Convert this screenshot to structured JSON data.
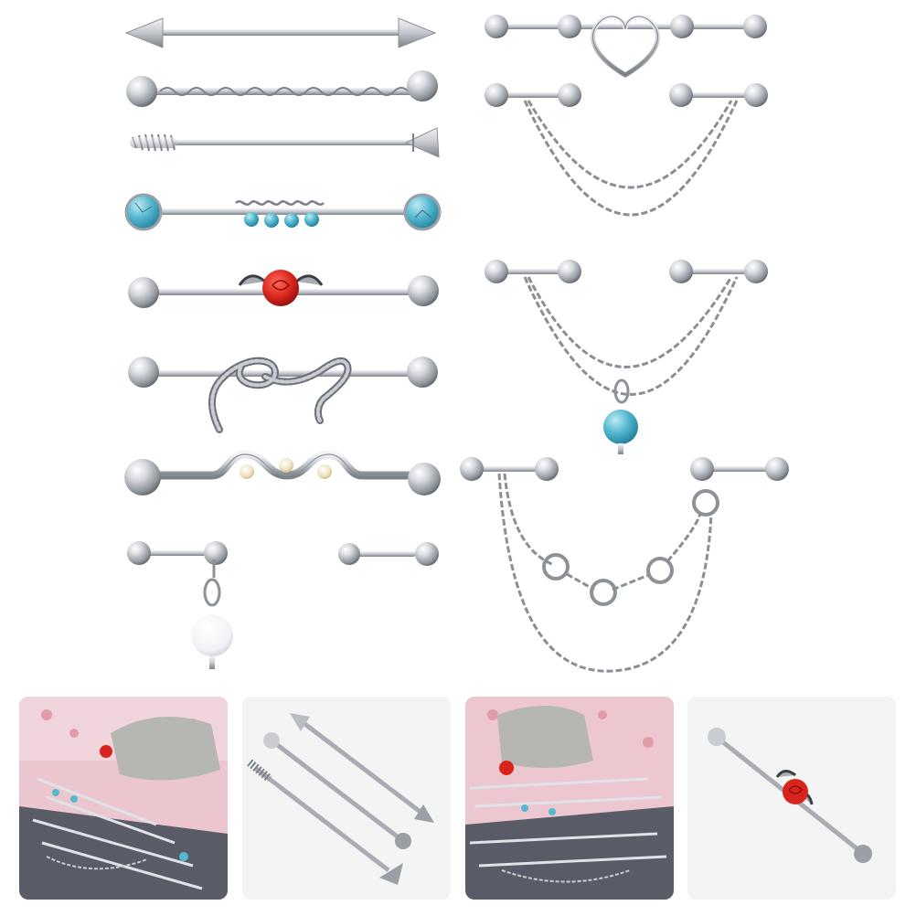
{
  "image": {
    "background": "#ffffff",
    "colors": {
      "steel_light": "#f4f5f7",
      "steel_mid": "#c9ccd1",
      "steel_dark": "#7d828a",
      "turquoise": "#55b8cf",
      "rose_red": "#d8241c",
      "pearl": "#efe4c4",
      "opal_white": "#f1f2f6",
      "thumb_pink": "#e8b8c4",
      "thumb_stone": "#b6b7b2",
      "thumb_bg": "#f4f4f5"
    }
  },
  "products": [
    {
      "name": "spike-barbell",
      "icon": "spike-end-industrial-bar"
    },
    {
      "name": "twisted-barbell",
      "icon": "twisted-industrial-bar"
    },
    {
      "name": "screw-barbell",
      "icon": "screw-industrial-bar"
    },
    {
      "name": "turquoise-bead-barbell",
      "icon": "turquoise-industrial-bar"
    },
    {
      "name": "rose-barbell",
      "icon": "rose-industrial-bar"
    },
    {
      "name": "snake-barbell",
      "icon": "snake-industrial-bar"
    },
    {
      "name": "wave-pearl-barbell",
      "icon": "wave-pearl-industrial-bar"
    },
    {
      "name": "opal-dangle-pair",
      "icon": "opal-dangle-barbells"
    },
    {
      "name": "heart-barbell",
      "icon": "heart-industrial-bar"
    },
    {
      "name": "double-chain-pair",
      "icon": "double-chain-barbells"
    },
    {
      "name": "chain-turquoise-pair",
      "icon": "chain-turquoise-barbells"
    },
    {
      "name": "ring-chain-pair",
      "icon": "ring-chain-barbells"
    }
  ],
  "thumbnails": [
    {
      "name": "lifestyle-photo-stone",
      "icon": "photo-thumbnail"
    },
    {
      "name": "three-bars-closeup",
      "icon": "photo-thumbnail"
    },
    {
      "name": "lifestyle-photo-pink",
      "icon": "photo-thumbnail"
    },
    {
      "name": "rose-bar-closeup",
      "icon": "photo-thumbnail"
    }
  ]
}
